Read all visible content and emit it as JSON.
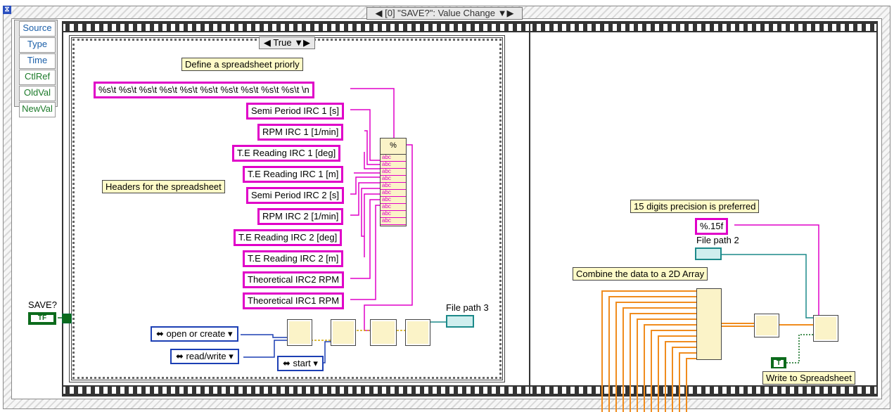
{
  "event_case": {
    "selector_label": "[0] \"SAVE?\": Value Change",
    "glyph": "hourglass-icon"
  },
  "event_data_node": {
    "items": [
      "Source",
      "Type",
      "Time",
      "CtlRef",
      "OldVal",
      "NewVal"
    ]
  },
  "controls": {
    "save_label": "SAVE?",
    "save_terminal": "TF"
  },
  "case_structure": {
    "selector_label": "True"
  },
  "frame1": {
    "note_define": "Define a spreadsheet priorly",
    "note_headers": "Headers for the spreadsheet",
    "format_string": "%s\\t %s\\t %s\\t %s\\t %s\\t %s\\t %s\\t %s\\t %s\\t %s\\t \\n",
    "headers": [
      "Semi Period IRC 1 [s]",
      "RPM IRC 1 [1/min]",
      "T.E Reading IRC 1 [deg]",
      "T.E Reading IRC 1 [m]",
      "Semi Period IRC 2 [s]",
      "RPM IRC 2 [1/min]",
      "T.E Reading IRC 2 [deg]",
      "T.E Reading IRC 2 [m]",
      "Theoretical IRC2 RPM",
      "Theoretical IRC1 RPM"
    ],
    "enum_open": "open or create",
    "enum_access": "read/write",
    "enum_start": "start",
    "file_path_label": "File path 3"
  },
  "frame2": {
    "note_precision": "15 digits precision is preferred",
    "precision_format": "%.15f",
    "file_path_label": "File path 2",
    "note_combine": "Combine the data to a 2D Array",
    "write_label": "Write to Spreadsheet",
    "true_constant": "T"
  },
  "colors": {
    "string_wire": "#e000c8",
    "numeric_wire": "#f08c1e",
    "path_wire": "#1c8a8a",
    "bool_wire": "#0c6b1c",
    "enum_wire": "#1c3fb4"
  }
}
